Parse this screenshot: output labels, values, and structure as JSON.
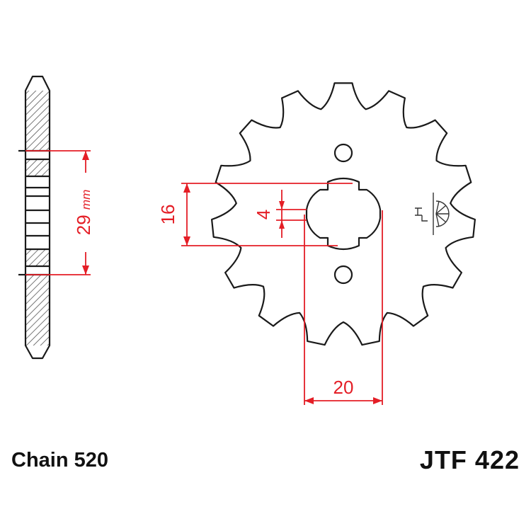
{
  "dimensions": {
    "pitch_spacing": "29",
    "pitch_unit": "mm",
    "spline_height": "16",
    "spline_tooth": "4",
    "bore_width": "20"
  },
  "captions": {
    "chain": "Chain 520",
    "part_number": "JTF 422"
  },
  "sprocket": {
    "teeth": 15,
    "mounting_holes": 2,
    "spline_teeth": 4
  },
  "colors": {
    "outline": "#1a1a1a",
    "dimension": "#e41e26",
    "hatch": "#555555"
  },
  "icons": [
    "rotation-direction-icon"
  ]
}
